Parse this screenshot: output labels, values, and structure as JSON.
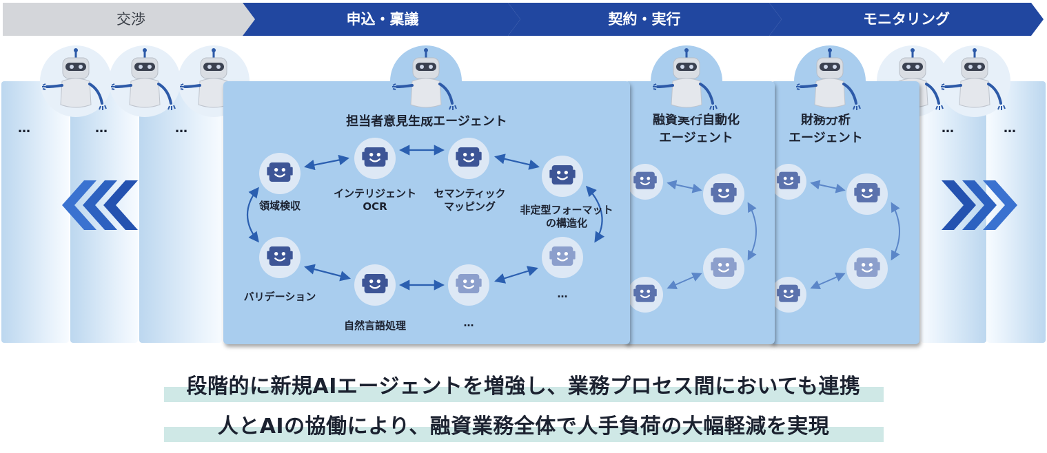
{
  "phases": [
    {
      "label": "交渉",
      "style": "inactive"
    },
    {
      "label": "申込・稟議",
      "style": "active"
    },
    {
      "label": "契約・実行",
      "style": "active"
    },
    {
      "label": "モニタリング",
      "style": "active"
    }
  ],
  "colors": {
    "phase_active": "#2147a0",
    "phase_inactive": "#d4d6da",
    "card": "#a9cdee",
    "robot_dark": "#3d5596",
    "robot_mid": "#5b72ad",
    "robot_light": "#8c9fcc",
    "arrow": "#2b5fb0",
    "chevron": "#2c61c0"
  },
  "side_ellipsis": "…",
  "main_agent": {
    "title": "担当者意見生成エージェント",
    "nodes": [
      {
        "label": "領域検収"
      },
      {
        "label": "インテリジェント\nOCR"
      },
      {
        "label": "セマンティック\nマッピング"
      },
      {
        "label": "非定型フォーマット\nの構造化"
      },
      {
        "label": "バリデーション"
      },
      {
        "label": "自然言語処理"
      },
      {
        "label": "…"
      },
      {
        "label": "…"
      }
    ]
  },
  "execution_agent": {
    "title": "融資実行自動化\nエージェント"
  },
  "finance_agent": {
    "title": "財務分析\nエージェント"
  },
  "message": {
    "line1": "段階的に新規AIエージェントを増強し、業務プロセス間においても連携",
    "line2": "人とAIの協働により、融資業務全体で人手負荷の大幅軽減を実現"
  }
}
